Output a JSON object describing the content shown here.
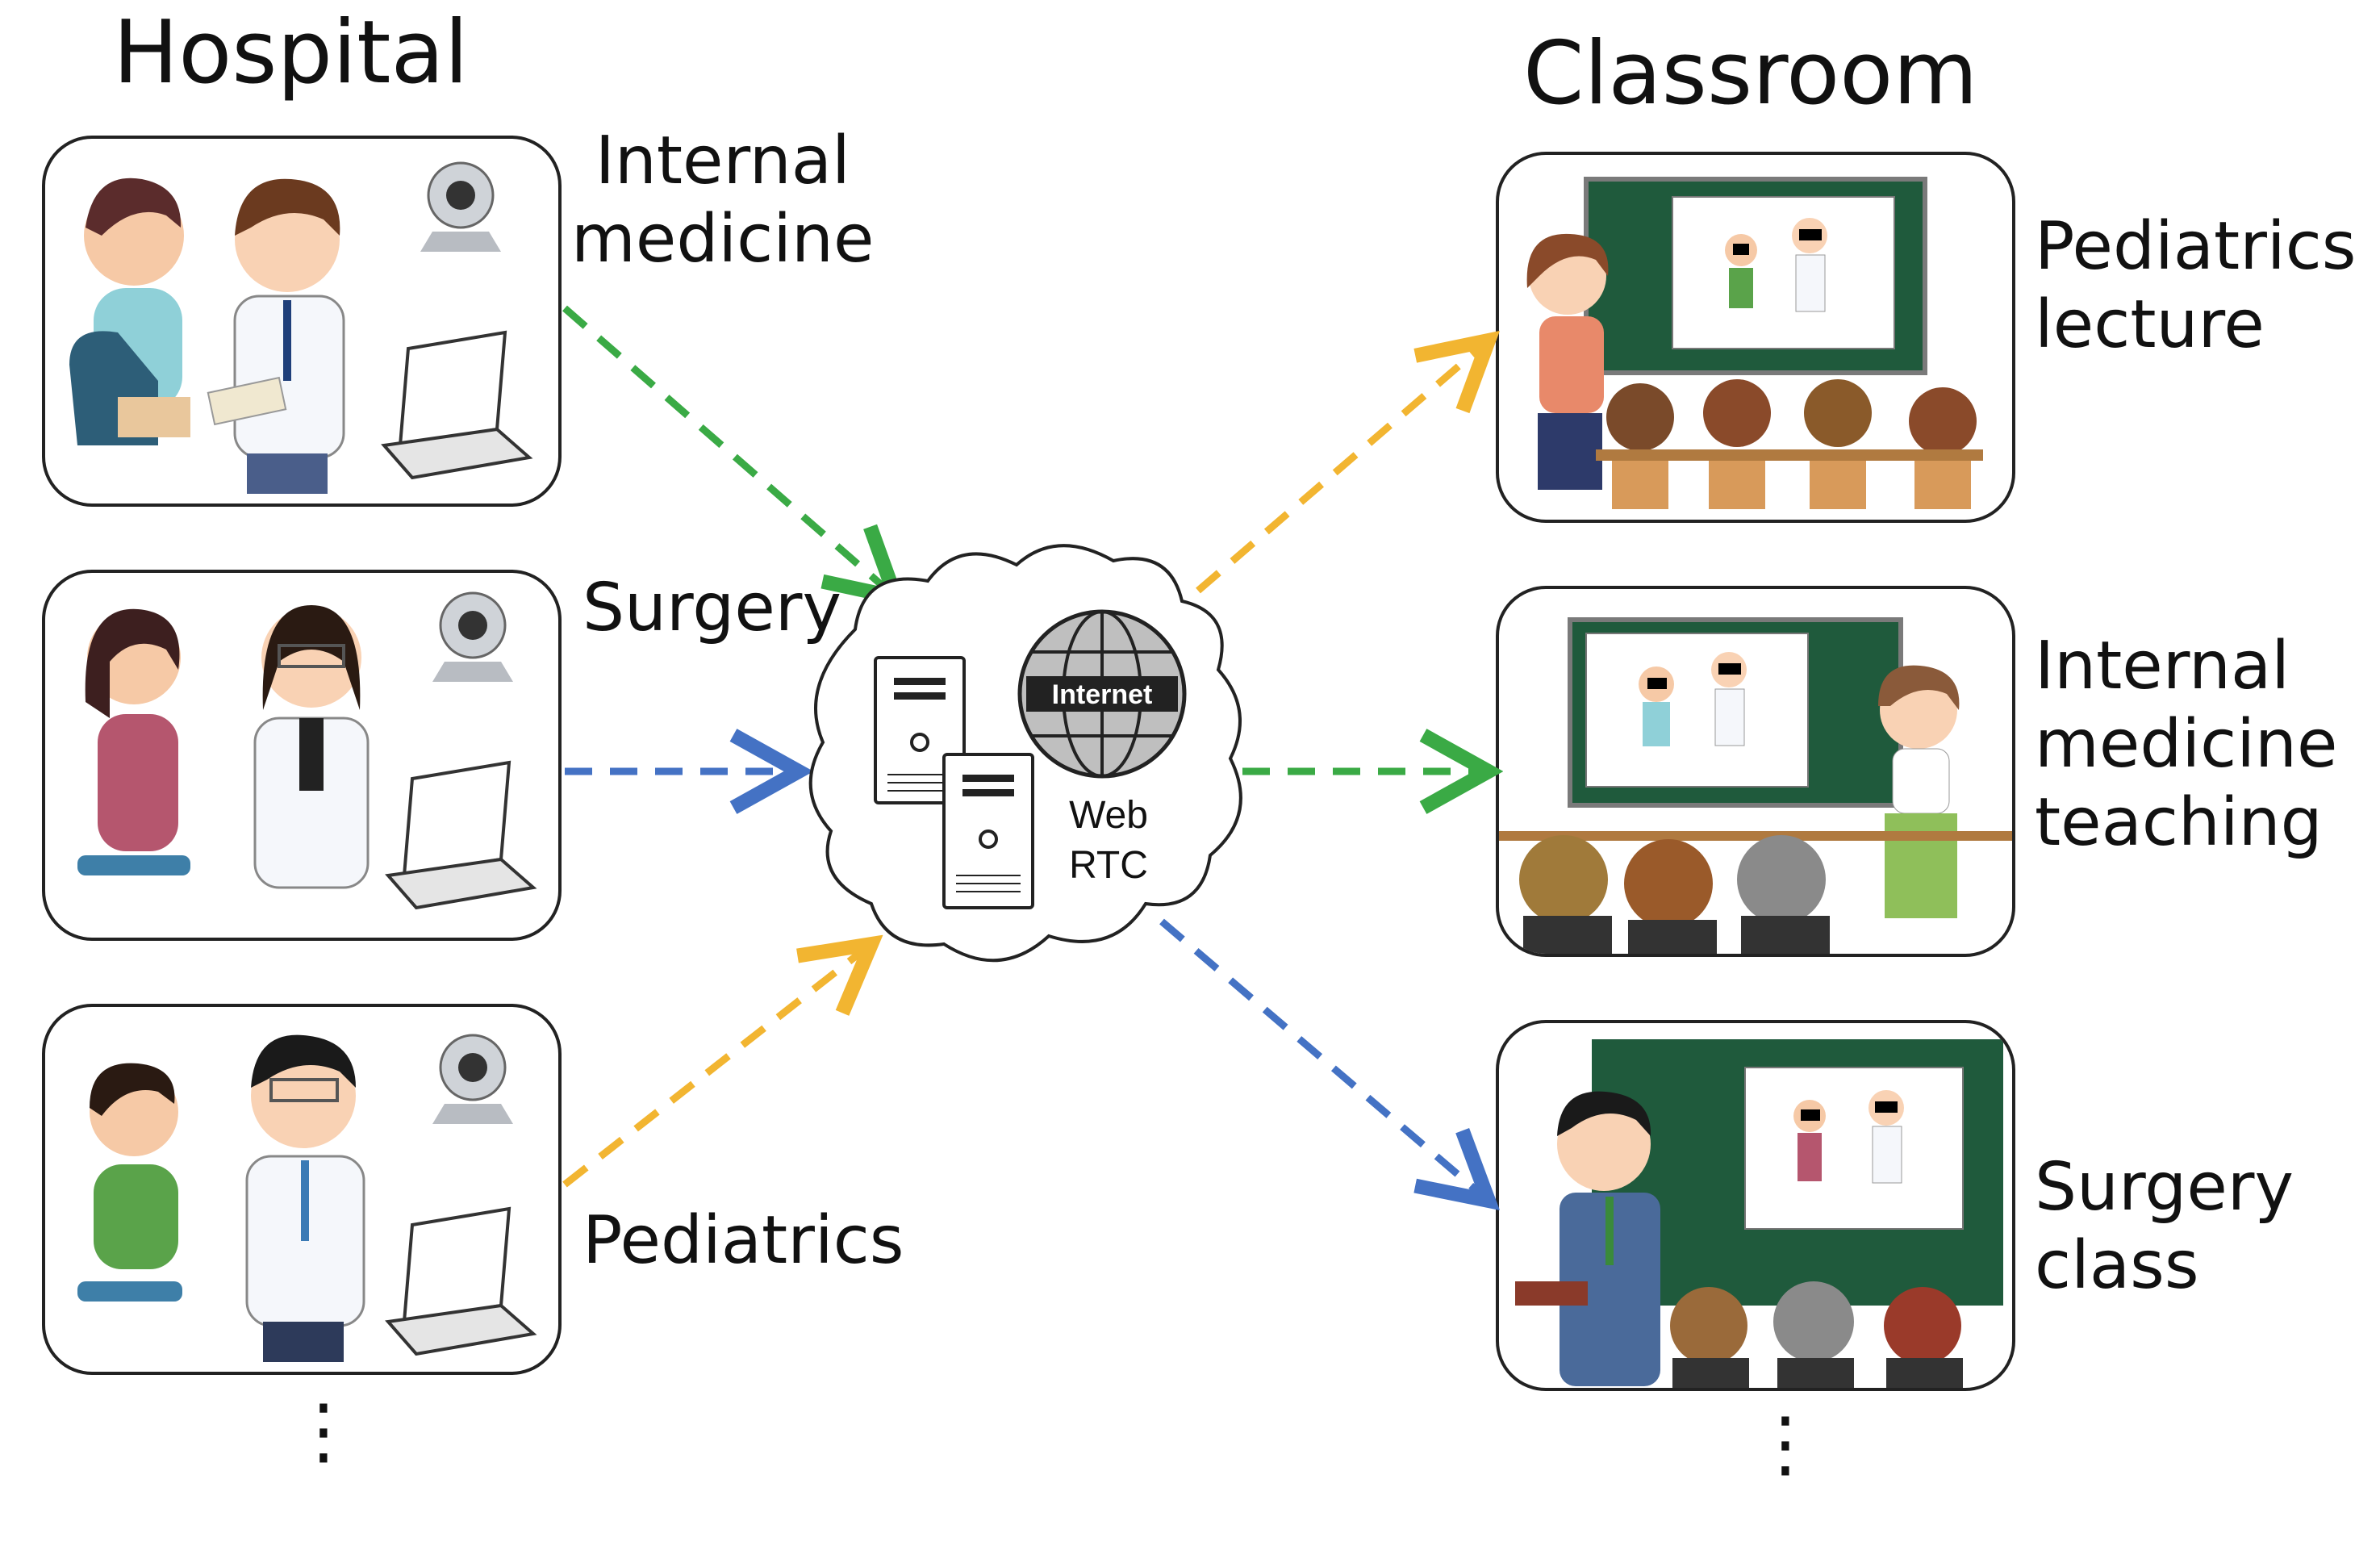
{
  "headings": {
    "left": "Hospital",
    "right": "Classroom"
  },
  "hospital_labels": {
    "internal": "Internal\nmedicine",
    "surgery": "Surgery",
    "pediatrics": "Pediatrics"
  },
  "classroom_labels": {
    "pediatrics": "Pediatrics\nlecture",
    "internal": "Internal\nmedicine\nteaching",
    "surgery": "Surgery\nclass"
  },
  "cloud": {
    "internet": "Internet",
    "web": "Web",
    "rtc": "RTC"
  },
  "continuation": "⋮",
  "colors": {
    "green": "#3aaa45",
    "blue": "#4472c4",
    "yellow": "#f2b531",
    "board_green": "#1f5a3c",
    "outline": "#222222"
  },
  "flows": [
    {
      "from": "internal-medicine",
      "to": "cloud",
      "color": "green"
    },
    {
      "from": "surgery",
      "to": "cloud",
      "color": "blue"
    },
    {
      "from": "pediatrics",
      "to": "cloud",
      "color": "yellow"
    },
    {
      "from": "cloud",
      "to": "pediatrics-lecture",
      "color": "yellow"
    },
    {
      "from": "cloud",
      "to": "internal-medicine-teaching",
      "color": "green"
    },
    {
      "from": "cloud",
      "to": "surgery-class",
      "color": "blue"
    }
  ]
}
